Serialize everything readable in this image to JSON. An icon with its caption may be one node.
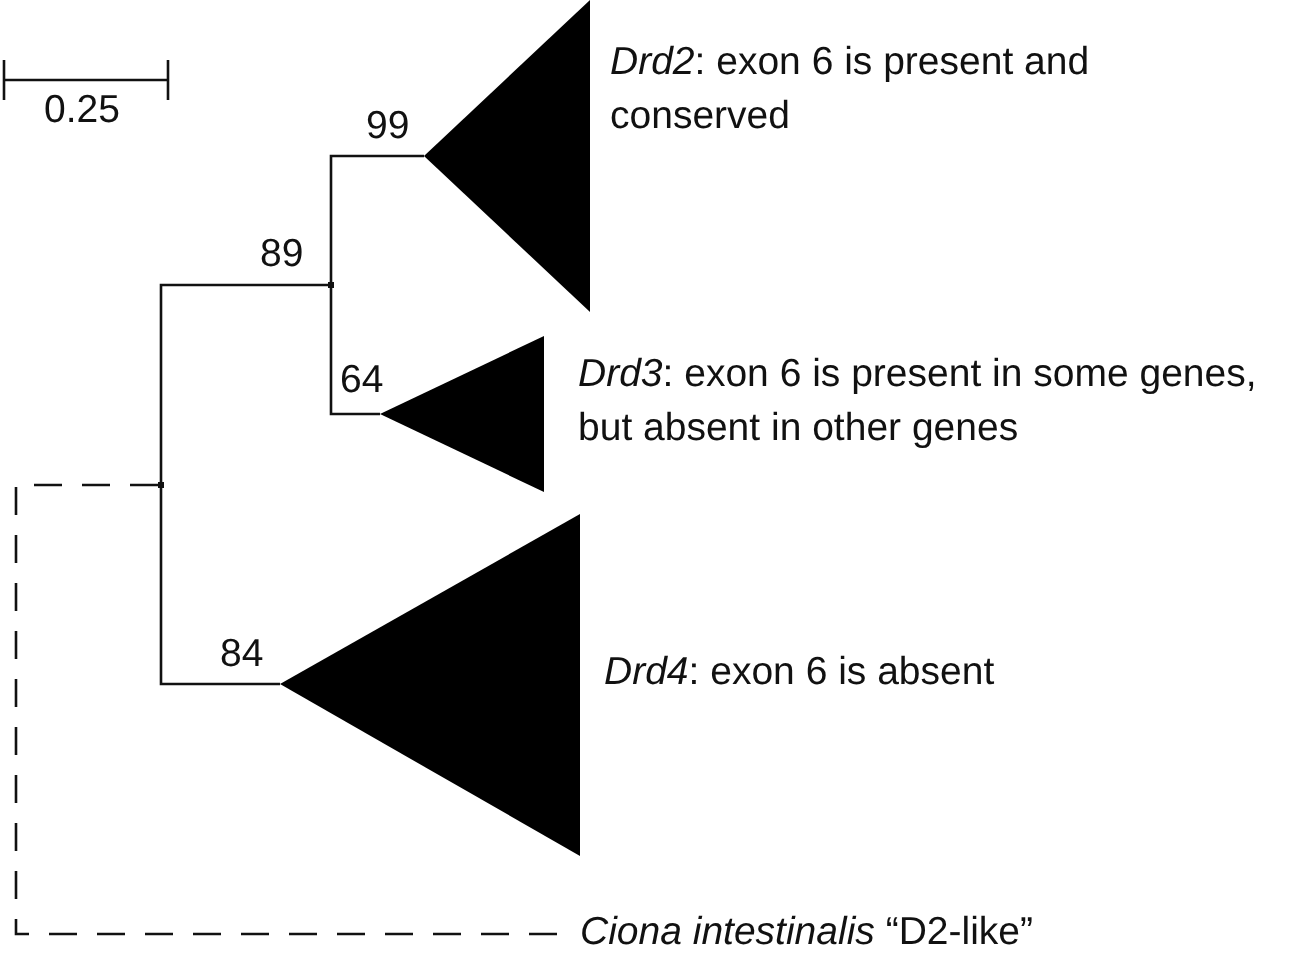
{
  "diagram": {
    "nodes": [
      {
        "text": [],
        "shape": "point"
      },
      {
        "text": [],
        "shape": "point",
        "beside": [
          "89"
        ]
      },
      {
        "text": [],
        "shape": "triangle",
        "beside": [
          "99",
          "*Drd2*: exon 6 is present and conserved"
        ]
      },
      {
        "text": [],
        "shape": "triangle",
        "beside": [
          "64",
          "*Drd3*: exon 6 is present in some genes, but absent in other genes"
        ]
      },
      {
        "text": [],
        "shape": "triangle",
        "beside": [
          "84",
          "*Drd4*: exon 6 is absent"
        ]
      },
      {
        "text": [
          "*Ciona intestinalis* “D2-like”"
        ]
      }
    ],
    "edges": [
      {
        "from": 0,
        "to": 1,
        "arrow": "none"
      },
      {
        "from": 1,
        "to": 2,
        "arrow": "none"
      },
      {
        "from": 1,
        "to": 3,
        "arrow": "none"
      },
      {
        "from": 0,
        "to": 4,
        "arrow": "none"
      },
      {
        "from": 0,
        "to": 5,
        "arrow": "none",
        "style": "dashed"
      }
    ],
    "labels": [
      "0.25"
    ]
  }
}
